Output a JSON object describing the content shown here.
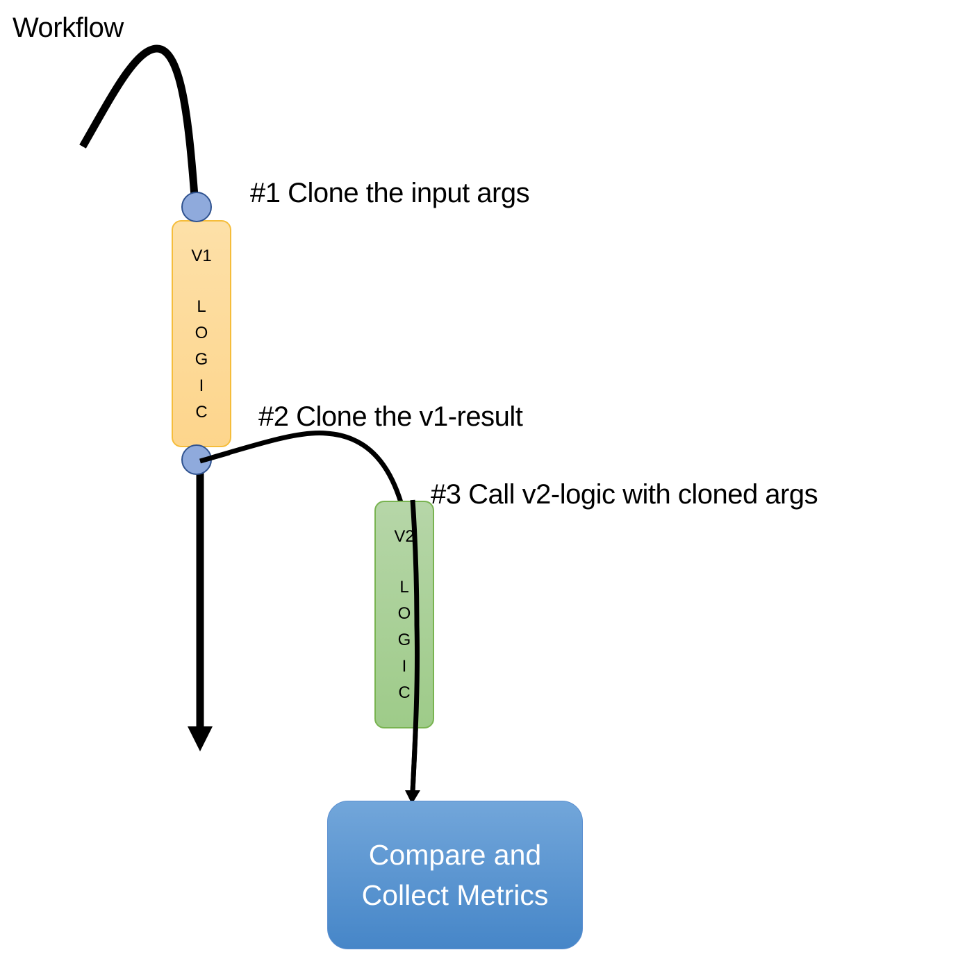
{
  "diagram": {
    "title": "Workflow",
    "steps": [
      {
        "id": "step1",
        "label": "#1 Clone the input args"
      },
      {
        "id": "step2",
        "label": "#2 Clone the v1-result"
      },
      {
        "id": "step3",
        "label": "#3 Call v2-logic with cloned args"
      }
    ],
    "v1_box": {
      "version": "V1",
      "letters": [
        "L",
        "O",
        "G",
        "I",
        "C"
      ]
    },
    "v2_box": {
      "version": "V2",
      "letters": [
        "L",
        "O",
        "G",
        "I",
        "C"
      ]
    },
    "compare_box": {
      "lines": [
        "Compare and",
        "Collect Metrics"
      ]
    },
    "colors": {
      "v1_fill": "#fdd58c",
      "v1_border": "#f5bd3b",
      "v2_fill": "#9ecb89",
      "v2_border": "#78b350",
      "compare_fill": "#4686c8",
      "node_fill": "#8faadc",
      "node_border": "#2f528f",
      "line": "#000000"
    }
  }
}
